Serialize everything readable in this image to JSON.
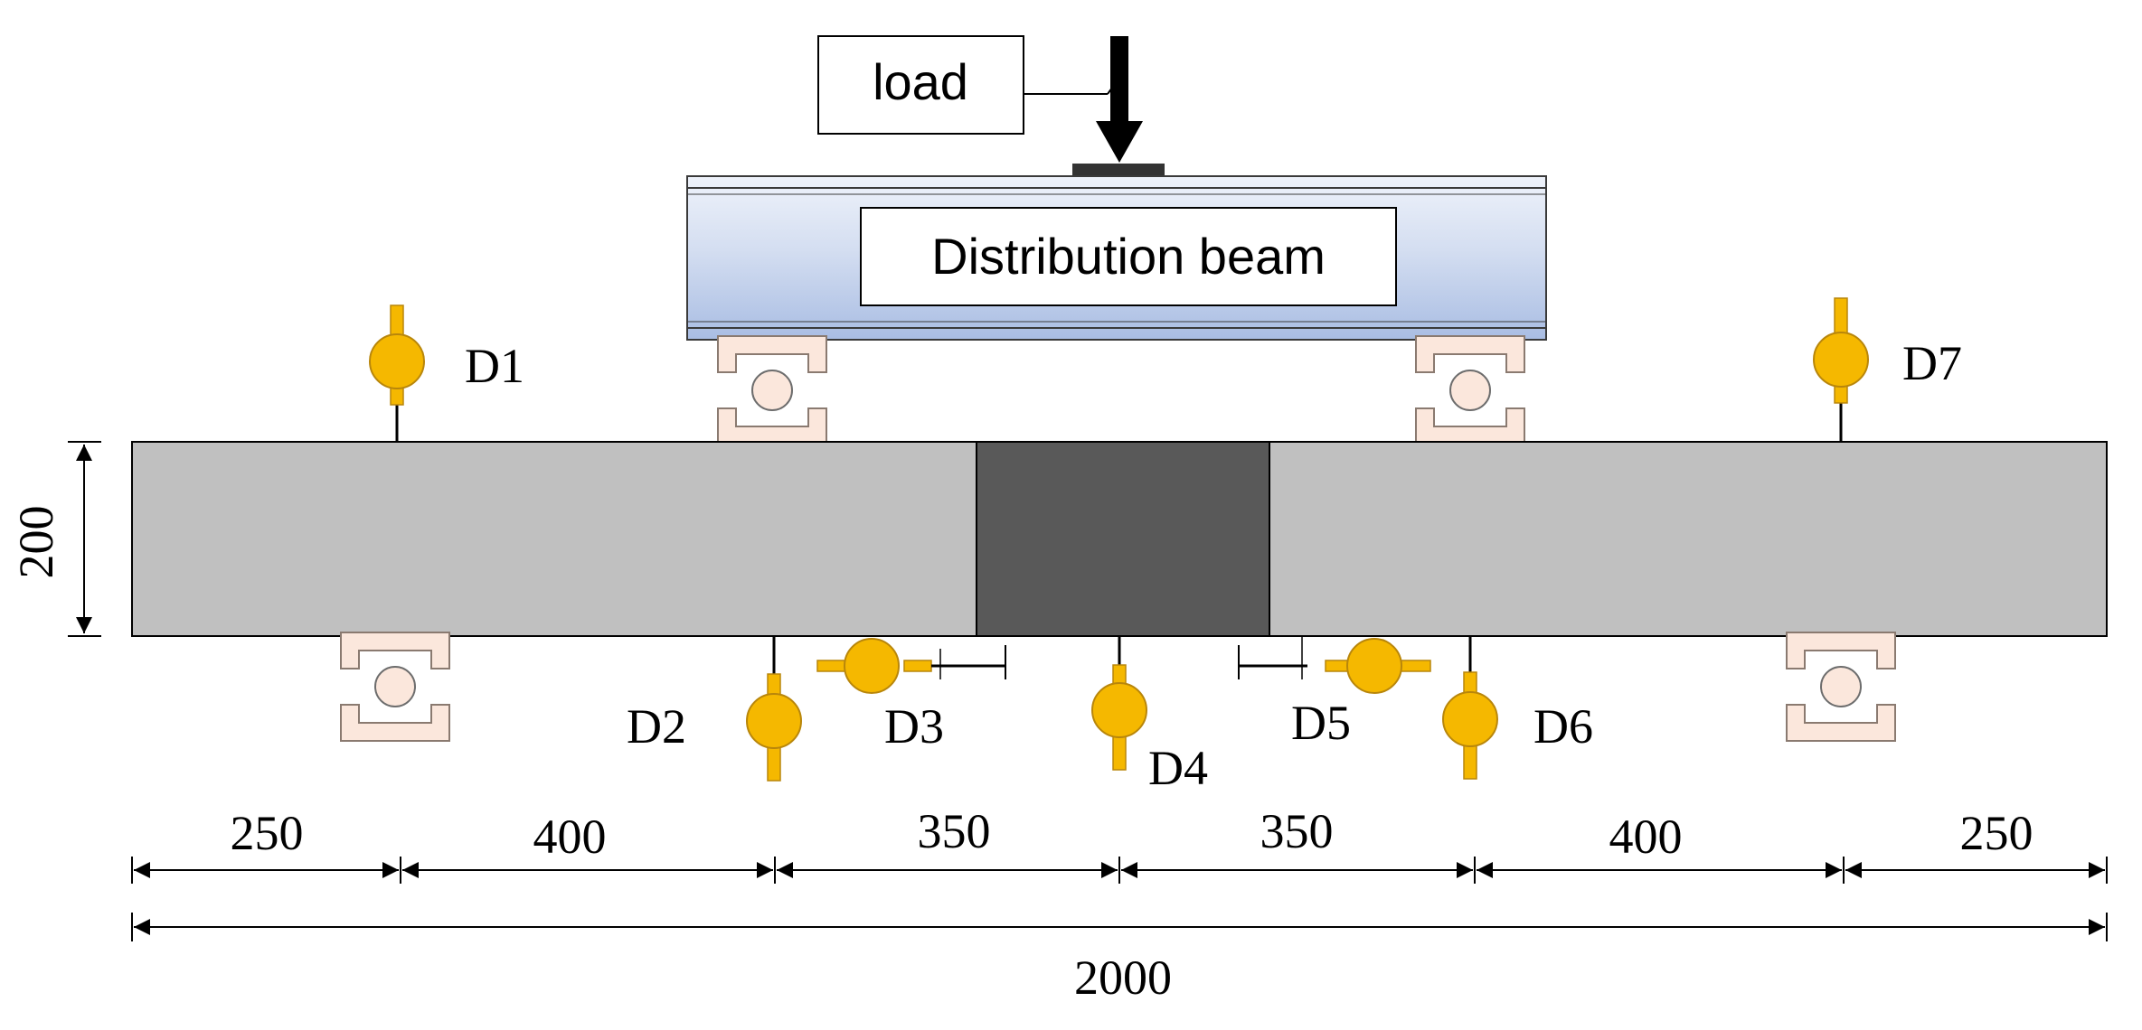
{
  "load": {
    "label": "load"
  },
  "distribution_beam": {
    "label": "Distribution beam"
  },
  "gauges": [
    {
      "id": "D1",
      "label": "D1"
    },
    {
      "id": "D2",
      "label": "D2"
    },
    {
      "id": "D3",
      "label": "D3"
    },
    {
      "id": "D4",
      "label": "D4"
    },
    {
      "id": "D5",
      "label": "D5"
    },
    {
      "id": "D6",
      "label": "D6"
    },
    {
      "id": "D7",
      "label": "D7"
    }
  ],
  "dimensions": {
    "height": "200",
    "segments": [
      "250",
      "400",
      "350",
      "350",
      "400",
      "250"
    ],
    "total": "2000"
  },
  "colors": {
    "beam_body": "#c0c0c0",
    "center_block": "#595959",
    "gauge_fill": "#f5b800",
    "gauge_stroke": "#b8860b",
    "support_fill": "#fbe7dc",
    "distribution_beam_top": "#e6ecf7",
    "distribution_beam_bottom": "#a9bde3"
  }
}
